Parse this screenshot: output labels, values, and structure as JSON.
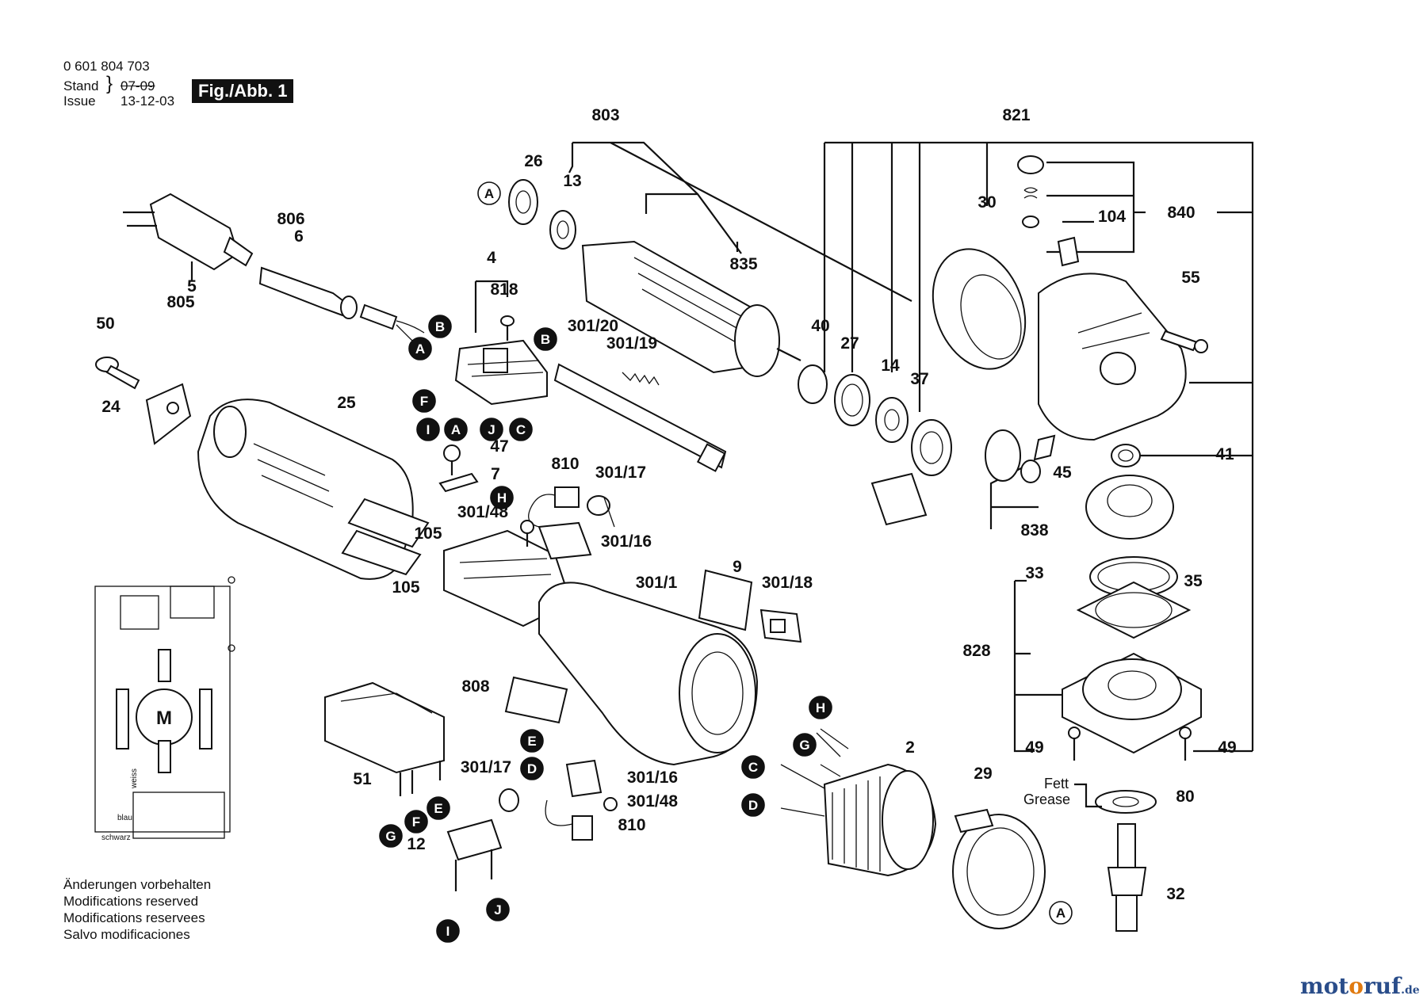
{
  "header": {
    "part_number": "0 601 804 703",
    "stand_label": "Stand",
    "issue_label": "Issue",
    "stand_value": "07-09",
    "issue_value": "13-12-03",
    "figure_label": "Fig./Abb. 1"
  },
  "notes": [
    "Änderungen vorbehalten",
    "Modifications reserved",
    "Modifications reservees",
    "Salvo modificaciones"
  ],
  "brand": {
    "name_a": "mot",
    "name_b": "o",
    "name_c": "ruf",
    "suffix": ".de"
  },
  "grease_note": {
    "line1": "Fett",
    "line2": "Grease"
  },
  "wiring": {
    "motor": "M",
    "wire1": "blau",
    "wire2": "weiss",
    "wire3": "schwarz"
  },
  "part_labels": [
    {
      "id": "p803",
      "text": "803"
    },
    {
      "id": "p821",
      "text": "821"
    },
    {
      "id": "p26",
      "text": "26"
    },
    {
      "id": "p13",
      "text": "13"
    },
    {
      "id": "p30",
      "text": "30"
    },
    {
      "id": "p840",
      "text": "840"
    },
    {
      "id": "p104",
      "text": "104"
    },
    {
      "id": "p806",
      "text": "806"
    },
    {
      "id": "p6",
      "text": "6"
    },
    {
      "id": "p835",
      "text": "835"
    },
    {
      "id": "p4",
      "text": "4"
    },
    {
      "id": "p818",
      "text": "818"
    },
    {
      "id": "p55",
      "text": "55"
    },
    {
      "id": "p5",
      "text": "5"
    },
    {
      "id": "p805",
      "text": "805"
    },
    {
      "id": "p301_20",
      "text": "301/20"
    },
    {
      "id": "p301_19",
      "text": "301/19"
    },
    {
      "id": "p50",
      "text": "50"
    },
    {
      "id": "p40",
      "text": "40"
    },
    {
      "id": "p27",
      "text": "27"
    },
    {
      "id": "p14",
      "text": "14"
    },
    {
      "id": "p37",
      "text": "37"
    },
    {
      "id": "p25",
      "text": "25"
    },
    {
      "id": "p24",
      "text": "24"
    },
    {
      "id": "p47",
      "text": "47"
    },
    {
      "id": "p41",
      "text": "41"
    },
    {
      "id": "p7",
      "text": "7"
    },
    {
      "id": "p810a",
      "text": "810"
    },
    {
      "id": "p301_17a",
      "text": "301/17"
    },
    {
      "id": "p45",
      "text": "45"
    },
    {
      "id": "p301_48a",
      "text": "301/48"
    },
    {
      "id": "p838",
      "text": "838"
    },
    {
      "id": "p301_16a",
      "text": "301/16"
    },
    {
      "id": "p105a",
      "text": "105"
    },
    {
      "id": "p105b",
      "text": "105"
    },
    {
      "id": "p9",
      "text": "9"
    },
    {
      "id": "p33",
      "text": "33"
    },
    {
      "id": "p35",
      "text": "35"
    },
    {
      "id": "p301_1",
      "text": "301/1"
    },
    {
      "id": "p301_18",
      "text": "301/18"
    },
    {
      "id": "p828",
      "text": "828"
    },
    {
      "id": "p808",
      "text": "808"
    },
    {
      "id": "p49a",
      "text": "49"
    },
    {
      "id": "p49b",
      "text": "49"
    },
    {
      "id": "p2",
      "text": "2"
    },
    {
      "id": "p301_17b",
      "text": "301/17"
    },
    {
      "id": "p301_16b",
      "text": "301/16"
    },
    {
      "id": "p51",
      "text": "51"
    },
    {
      "id": "p29",
      "text": "29"
    },
    {
      "id": "p80",
      "text": "80"
    },
    {
      "id": "p301_48b",
      "text": "301/48"
    },
    {
      "id": "p810b",
      "text": "810"
    },
    {
      "id": "p12",
      "text": "12"
    },
    {
      "id": "p32",
      "text": "32"
    }
  ],
  "connectors": [
    {
      "id": "c1",
      "text": "A"
    },
    {
      "id": "c2",
      "text": "B"
    },
    {
      "id": "c3",
      "text": "A"
    },
    {
      "id": "c4",
      "text": "B"
    },
    {
      "id": "c5",
      "text": "F"
    },
    {
      "id": "c6",
      "text": "I"
    },
    {
      "id": "c7",
      "text": "A"
    },
    {
      "id": "c8",
      "text": "J"
    },
    {
      "id": "c9",
      "text": "C"
    },
    {
      "id": "c10",
      "text": "H"
    },
    {
      "id": "c11",
      "text": "H"
    },
    {
      "id": "c12",
      "text": "G"
    },
    {
      "id": "c13",
      "text": "C"
    },
    {
      "id": "c14",
      "text": "D"
    },
    {
      "id": "c15",
      "text": "E"
    },
    {
      "id": "c16",
      "text": "D"
    },
    {
      "id": "c17",
      "text": "G"
    },
    {
      "id": "c18",
      "text": "F"
    },
    {
      "id": "c19",
      "text": "E"
    },
    {
      "id": "c20",
      "text": "J"
    },
    {
      "id": "c21",
      "text": "I"
    },
    {
      "id": "c22",
      "text": "A"
    }
  ]
}
